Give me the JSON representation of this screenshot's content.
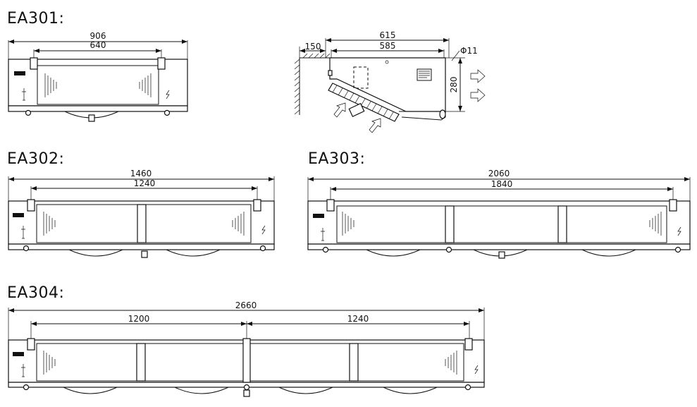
{
  "titles": {
    "ea301": "EA301:",
    "ea302": "EA302:",
    "ea303": "EA303:",
    "ea304": "EA304:"
  },
  "dims": {
    "ea301_outer": "906",
    "ea301_inner": "640",
    "side_top": "615",
    "side_inner": "585",
    "side_wall": "150",
    "side_pipe": "Φ11",
    "side_height": "280",
    "ea302_outer": "1460",
    "ea302_inner": "1240",
    "ea303_outer": "2060",
    "ea303_inner": "1840",
    "ea304_outer": "2660",
    "ea304_left": "1200",
    "ea304_right": "1240"
  }
}
